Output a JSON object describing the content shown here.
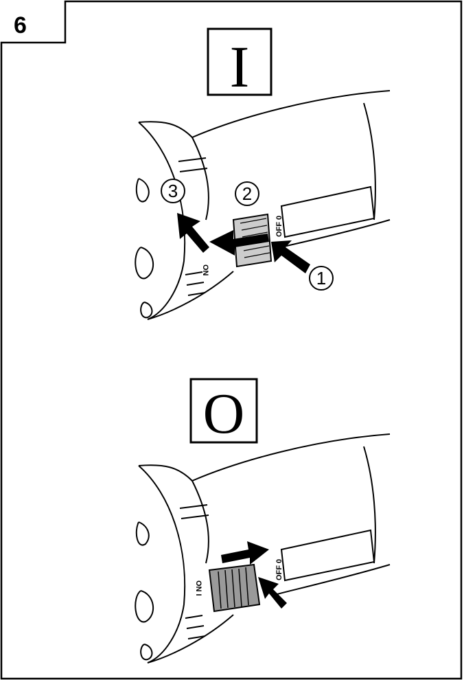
{
  "figure": {
    "number": "6",
    "top_panel": {
      "state_symbol": "I",
      "callouts": [
        "1",
        "2",
        "3"
      ],
      "switch_labels": {
        "off": "OFF 0",
        "on": "ON"
      }
    },
    "bottom_panel": {
      "state_symbol": "O",
      "switch_labels": {
        "off": "OFF 0",
        "on": "ON I"
      }
    }
  },
  "colors": {
    "line": "#000000",
    "background": "#ffffff",
    "switch_fill": "#9a9a9a"
  }
}
